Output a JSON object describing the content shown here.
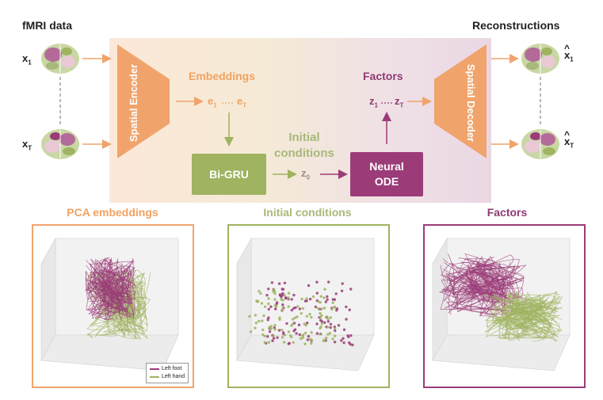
{
  "colors": {
    "orange": "#f0a46c",
    "green": "#9fb360",
    "purple": "#9b3c78",
    "text_orange": "#f2a261",
    "text_green": "#a8b87a",
    "text_purple": "#8f3a73"
  },
  "header": {
    "left_title": "fMRI data",
    "right_title": "Reconstructions"
  },
  "inputs": {
    "x1": "x",
    "x1_sub": "1",
    "xT": "x",
    "xT_sub": "T"
  },
  "outputs": {
    "x1": "x",
    "x1_sub": "1",
    "xT": "x",
    "xT_sub": "T",
    "hat": "^"
  },
  "pipeline": {
    "encoder": "Spatial Encoder",
    "decoder": "Spatial Decoder",
    "embeddings_label": "Embeddings",
    "embeddings_e1": "e",
    "embeddings_e1_sub": "1",
    "embeddings_eT": "e",
    "embeddings_eT_sub": "T",
    "factors_label": "Factors",
    "factors_z1": "z",
    "factors_z1_sub": "1",
    "factors_zT": "z",
    "factors_zT_sub": "T",
    "initial_conditions_label_1": "Initial",
    "initial_conditions_label_2": "conditions",
    "bigru": "Bi-GRU",
    "z0": "z",
    "z0_sub": "0",
    "ode_1": "Neural",
    "ode_2": "ODE"
  },
  "panels": {
    "pca_title": "PCA embeddings",
    "init_title": "Initial conditions",
    "factors_title": "Factors",
    "legend_left_foot": "Left foot",
    "legend_left_hand": "Left hand"
  }
}
